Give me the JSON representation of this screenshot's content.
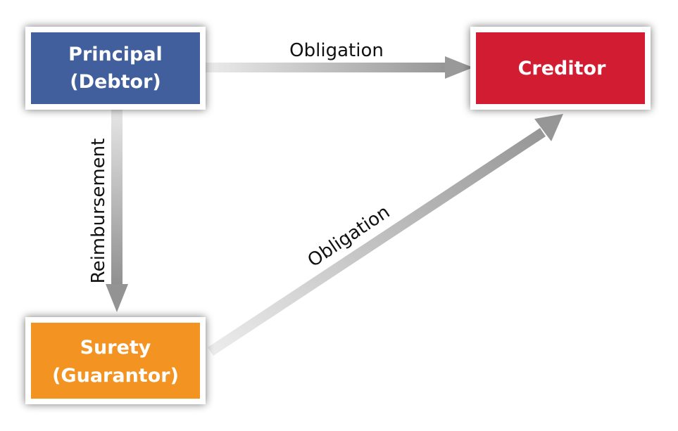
{
  "nodes": {
    "principal": {
      "line1": "Principal",
      "line2": "(Debtor)",
      "color": "#3f5f9c"
    },
    "creditor": {
      "label": "Creditor",
      "color": "#d21f30"
    },
    "surety": {
      "line1": "Surety",
      "line2": "(Guarantor)",
      "color": "#f39324"
    }
  },
  "edges": {
    "principal_to_creditor": {
      "label": "Obligation"
    },
    "principal_to_surety": {
      "label": "Reimbursement"
    },
    "surety_to_creditor": {
      "label": "Obligation"
    }
  },
  "colors": {
    "box_frame": "#ffffff",
    "arrow_gray": "#9a9a9a",
    "arrow_light": "#e6e6e6"
  }
}
